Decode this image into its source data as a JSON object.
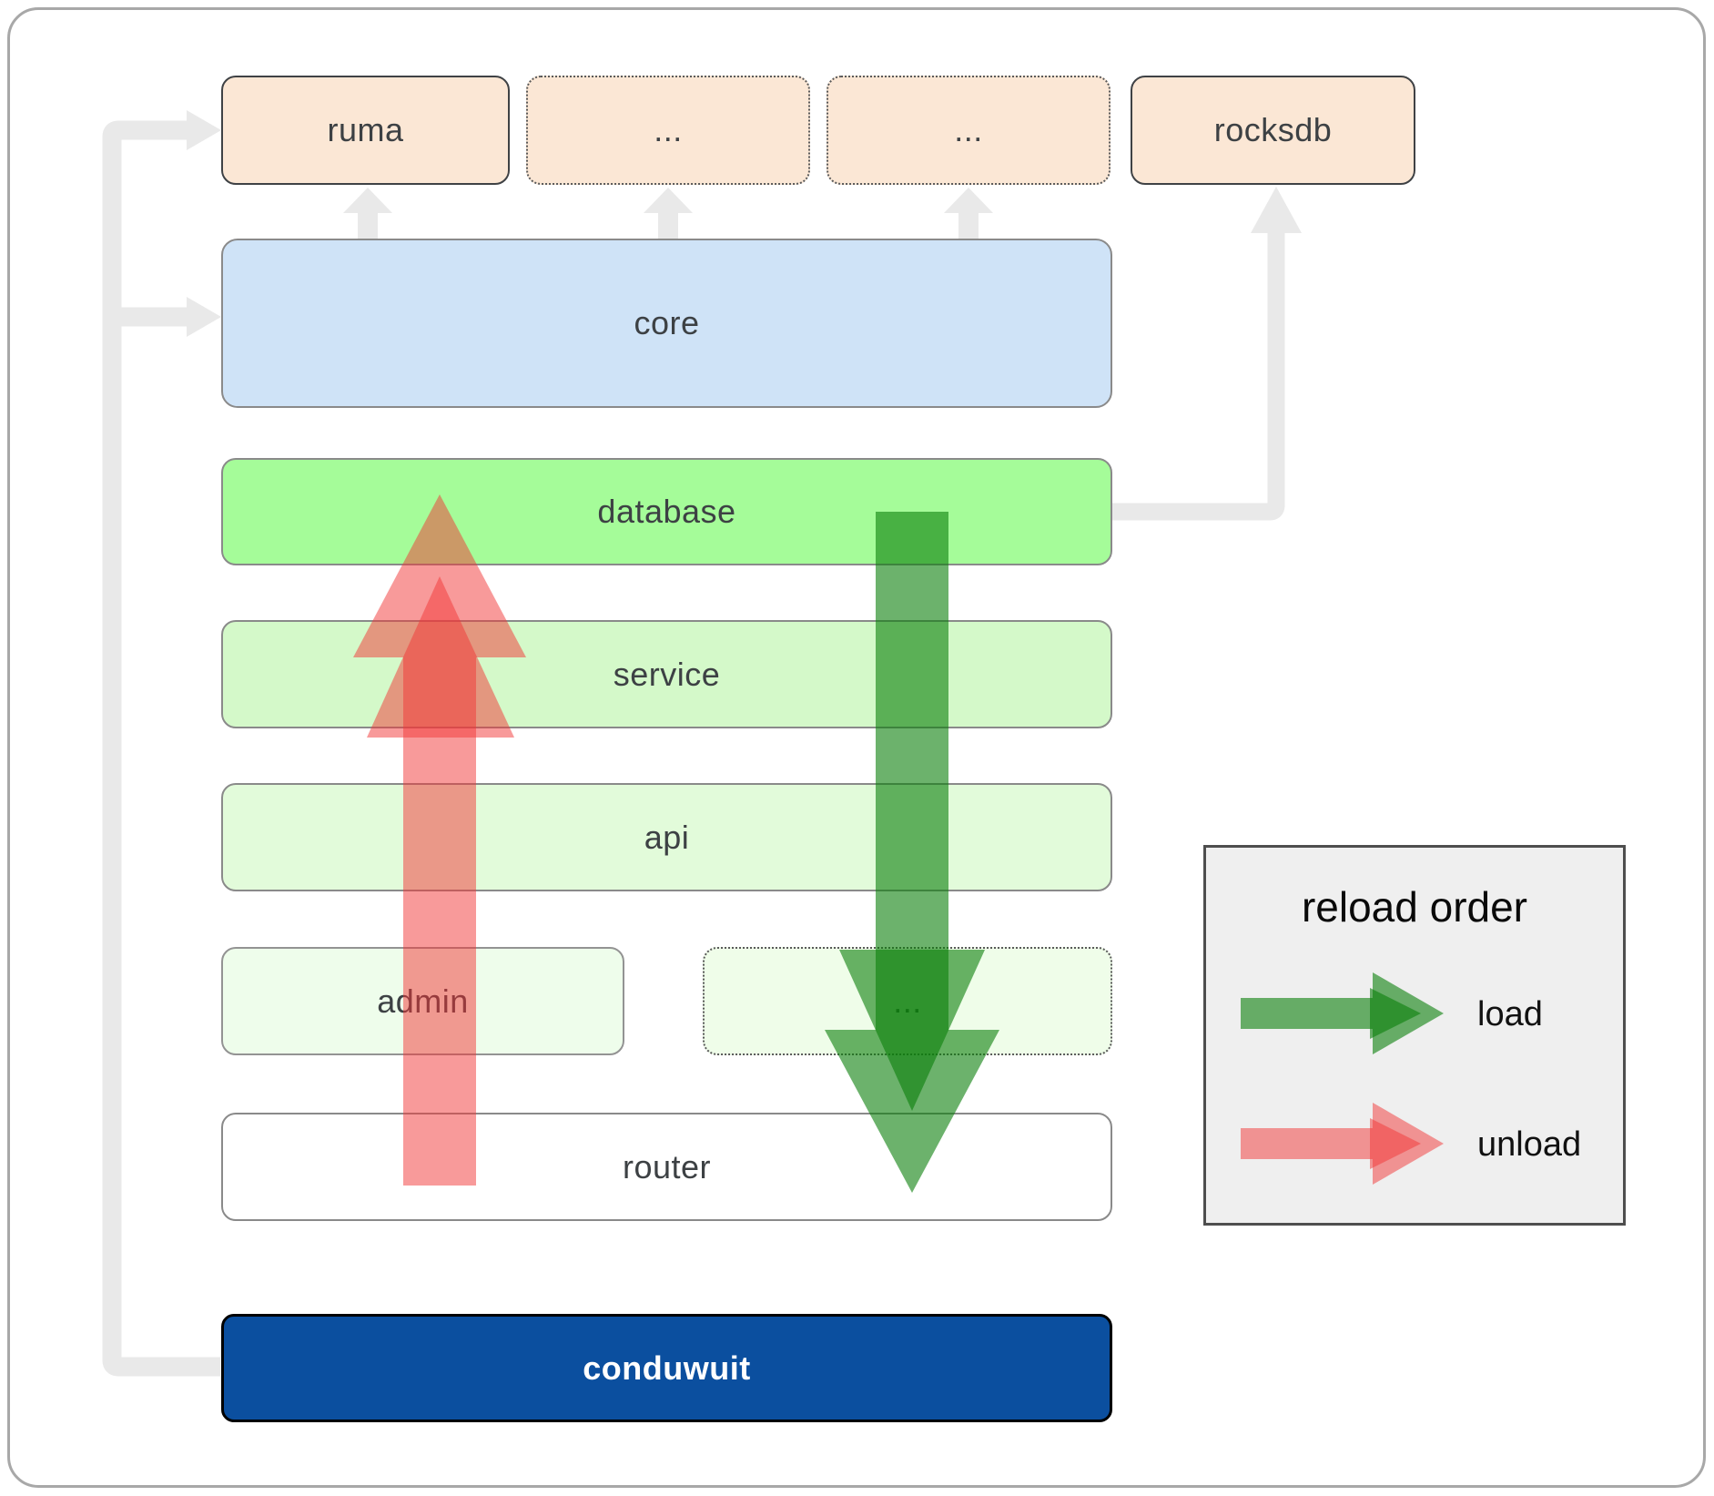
{
  "diagram": {
    "top_row": [
      {
        "label": "ruma",
        "style": "solid"
      },
      {
        "label": "...",
        "style": "dotted"
      },
      {
        "label": "...",
        "style": "dotted"
      },
      {
        "label": "rocksdb",
        "style": "solid"
      }
    ],
    "layers": [
      {
        "label": "core"
      },
      {
        "label": "database"
      },
      {
        "label": "service"
      },
      {
        "label": "api"
      }
    ],
    "split_row": {
      "admin_label": "admin",
      "dots_label": "..."
    },
    "router_label": "router",
    "app_label": "conduwuit"
  },
  "legend": {
    "title": "reload order",
    "items": [
      {
        "label": "load",
        "color": "#0a7f0a"
      },
      {
        "label": "unload",
        "color": "#f13535"
      }
    ]
  },
  "colors": {
    "peach": "#fbe7d5",
    "core_blue": "#cfe3f7",
    "db_green": "#a5fc99",
    "service_green": "#d4f9c9",
    "api_green": "#e2fbda",
    "admin_green": "#eefdeb",
    "dotsrow_green": "#effde9",
    "navy": "#0b4f9f",
    "load_arrow": "#0a7f0a",
    "unload_arrow": "#f13535",
    "connector_grey": "#e9e9e9"
  }
}
